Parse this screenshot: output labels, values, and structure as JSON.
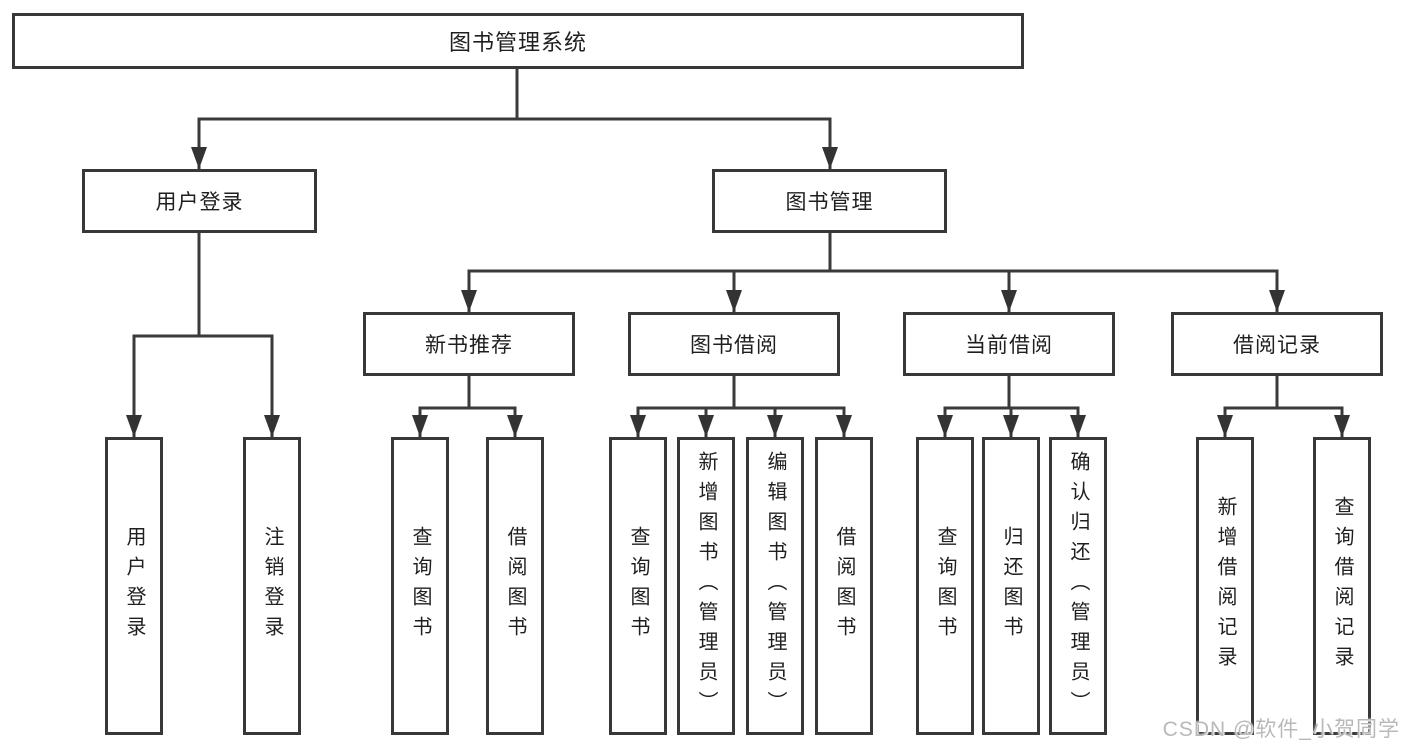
{
  "diagram": {
    "type": "tree",
    "root": {
      "label": "图书管理系统"
    },
    "branches": [
      {
        "label": "用户登录",
        "children": [
          "用户登录",
          "注销登录"
        ]
      },
      {
        "label": "图书管理",
        "children": [
          {
            "label": "新书推荐",
            "children": [
              "查询图书",
              "借阅图书"
            ]
          },
          {
            "label": "图书借阅",
            "children": [
              "查询图书",
              "新增图书（管理员）",
              "编辑图书（管理员）",
              "借阅图书"
            ]
          },
          {
            "label": "当前借阅",
            "children": [
              "查询图书",
              "归还图书",
              "确认归还（管理员）"
            ]
          },
          {
            "label": "借阅记录",
            "children": [
              "新增借阅记录",
              "查询借阅记录"
            ]
          }
        ]
      }
    ],
    "colors": {
      "line": "#3a3a3a",
      "box_border": "#383838",
      "box_fill": "#ffffff",
      "text": "#1f1f1f",
      "watermark_text": "#b9b9b9",
      "background": "#ffffff"
    }
  },
  "watermark": {
    "label": "CSDN @软件_小贺同学"
  }
}
